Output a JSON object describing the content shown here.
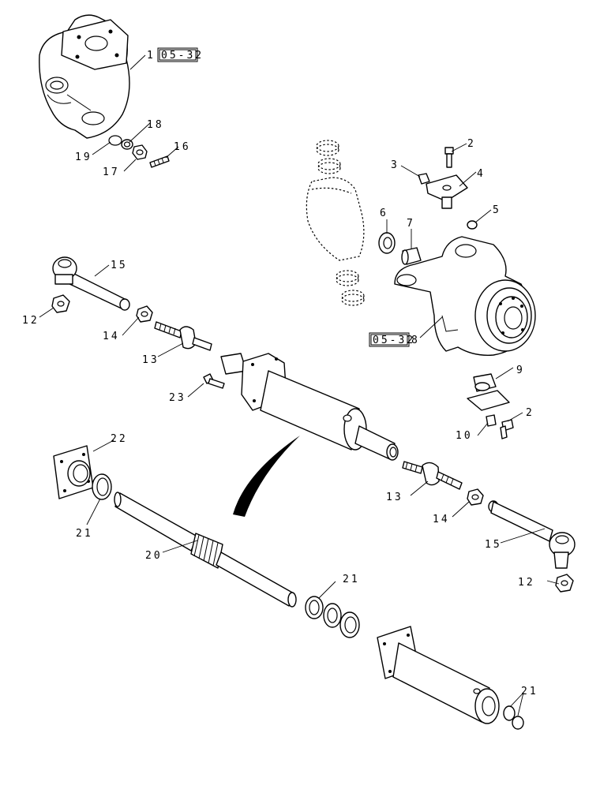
{
  "callouts": {
    "c1": "1",
    "c2a": "2",
    "c2b": "2",
    "c3": "3",
    "c4": "4",
    "c5": "5",
    "c6": "6",
    "c7": "7",
    "c8": "8",
    "c9": "9",
    "c10": "10",
    "c12a": "12",
    "c12b": "12",
    "c13a": "13",
    "c13b": "13",
    "c14a": "14",
    "c14b": "14",
    "c15a": "15",
    "c15b": "15",
    "c16": "16",
    "c17": "17",
    "c18": "18",
    "c19": "19",
    "c20": "20",
    "c21a": "21",
    "c21b": "21",
    "c21c": "21",
    "c22": "22",
    "c23": "23"
  },
  "references": {
    "ref_top": "05-32",
    "ref_mid": "05-32"
  }
}
